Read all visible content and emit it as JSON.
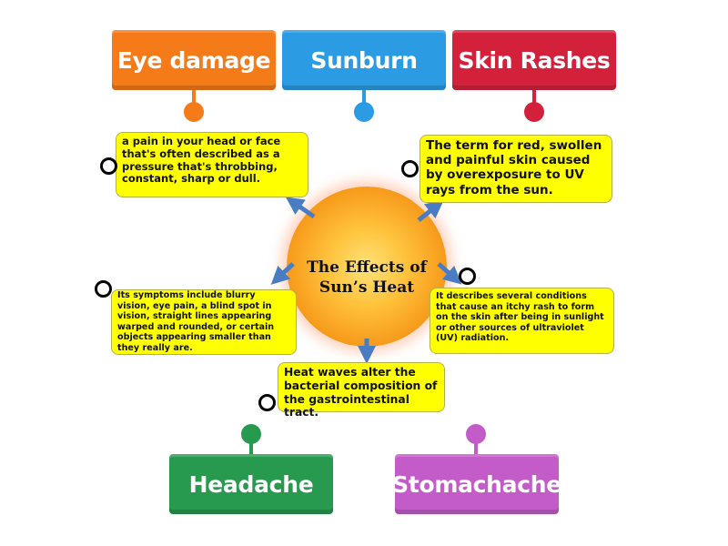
{
  "title": "The Effects of Sun’s Heat",
  "labels": [
    {
      "text": "Eye damage",
      "color": "#f57a18"
    },
    {
      "text": "Sunburn",
      "color": "#2b9be3"
    },
    {
      "text": "Skin Rashes",
      "color": "#d3213c"
    },
    {
      "text": "Headache",
      "color": "#279a4f"
    },
    {
      "text": "Stomachache",
      "color": "#c35cc9"
    }
  ],
  "descriptions": [
    "a pain in your head or face that's often described as a pressure that's throbbing, constant, sharp or dull.",
    "The term for red, swollen and painful skin caused by overexposure to UV rays from the sun.",
    "Its symptoms include blurry vision, eye pain, a blind spot in vision, straight lines appearing warped and rounded, or certain objects appearing smaller than they really are.",
    "It describes several conditions that cause an itchy rash to form on the skin after being in sunlight or other sources of ultraviolet (UV) radiation.",
    "Heat waves alter the bacterial composition of the gastrointestinal tract."
  ],
  "colors": {
    "description_box": "#ffff00",
    "arrow": "#4a7cc4"
  }
}
